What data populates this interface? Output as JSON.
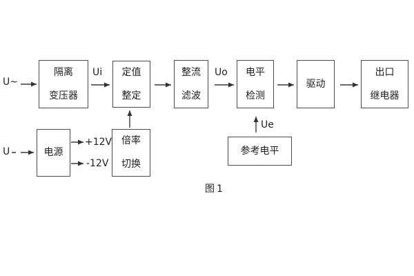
{
  "diagram": {
    "caption": "图1",
    "blocks": [
      {
        "id": "isolation-transformer",
        "lines": [
          "隔离",
          "变压器"
        ]
      },
      {
        "id": "setting-adjust",
        "lines": [
          "定值",
          "整定"
        ]
      },
      {
        "id": "rectifier-filter",
        "lines": [
          "整流",
          "滤波"
        ]
      },
      {
        "id": "level-detection",
        "lines": [
          "电平",
          "检测"
        ]
      },
      {
        "id": "drive",
        "lines": [
          "驱动"
        ]
      },
      {
        "id": "output-relay",
        "lines": [
          "出口",
          "继电器"
        ]
      },
      {
        "id": "power-supply",
        "lines": [
          "电源"
        ]
      },
      {
        "id": "ratio-switch",
        "lines": [
          "倍率",
          "切换"
        ]
      },
      {
        "id": "reference-level",
        "lines": [
          "参考电平"
        ]
      }
    ],
    "labels": {
      "ac_input": "U~",
      "dc_input": "U",
      "ui": "Ui",
      "uo": "Uo",
      "ue": "Ue",
      "plus12": "+12V",
      "minus12": "-12V"
    },
    "colors": {
      "line": "#3a3a3a",
      "border": "#4b4b4b",
      "text": "#1f1f1f",
      "background": "#ffffff"
    }
  }
}
